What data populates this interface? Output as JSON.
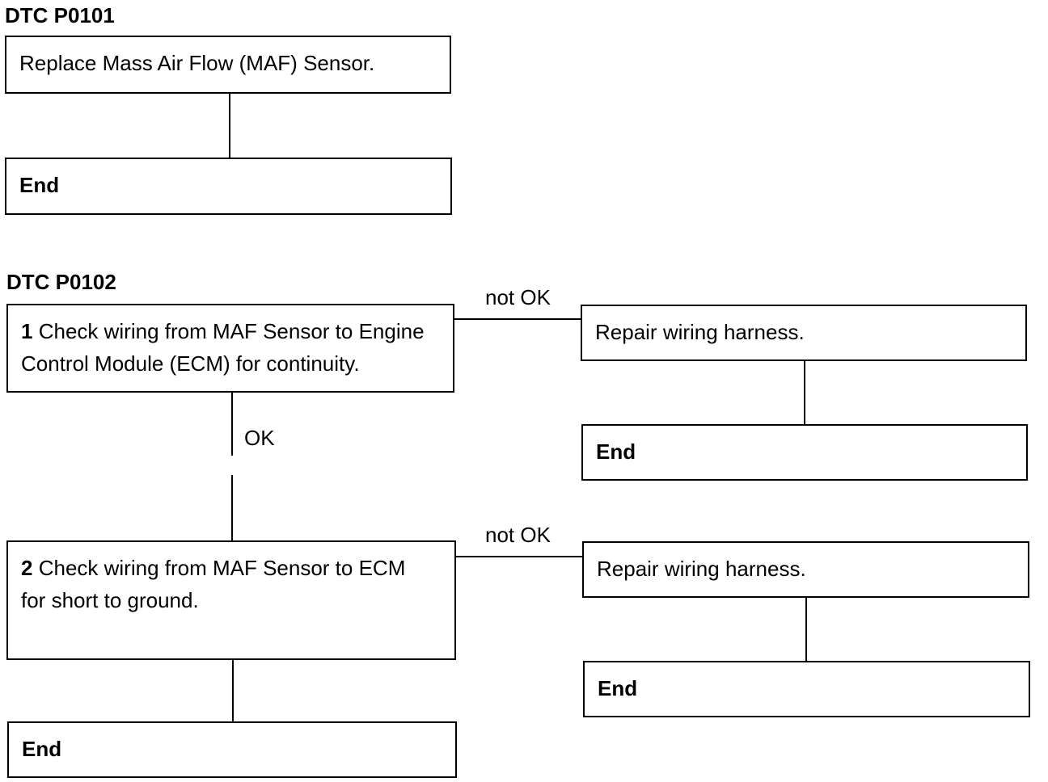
{
  "dtc1": {
    "title": "DTC P0101",
    "step_text": "Replace Mass Air Flow (MAF) Sensor.",
    "end_label": "End"
  },
  "dtc2": {
    "title": "DTC P0102",
    "step1": {
      "number": "1",
      "text_line1": "Check wiring from MAF Sensor to Engine",
      "text_line2": "Control Module (ECM) for continuity.",
      "fail_label": "not OK",
      "pass_label": "OK",
      "fail_action": "Repair wiring harness.",
      "fail_end": "End"
    },
    "step2": {
      "number": "2",
      "text_line1": "Check wiring from MAF Sensor to ECM",
      "text_line2": "for short to ground.",
      "fail_label": "not OK",
      "fail_action": "Repair wiring harness.",
      "fail_end": "End",
      "pass_end": "End"
    }
  }
}
